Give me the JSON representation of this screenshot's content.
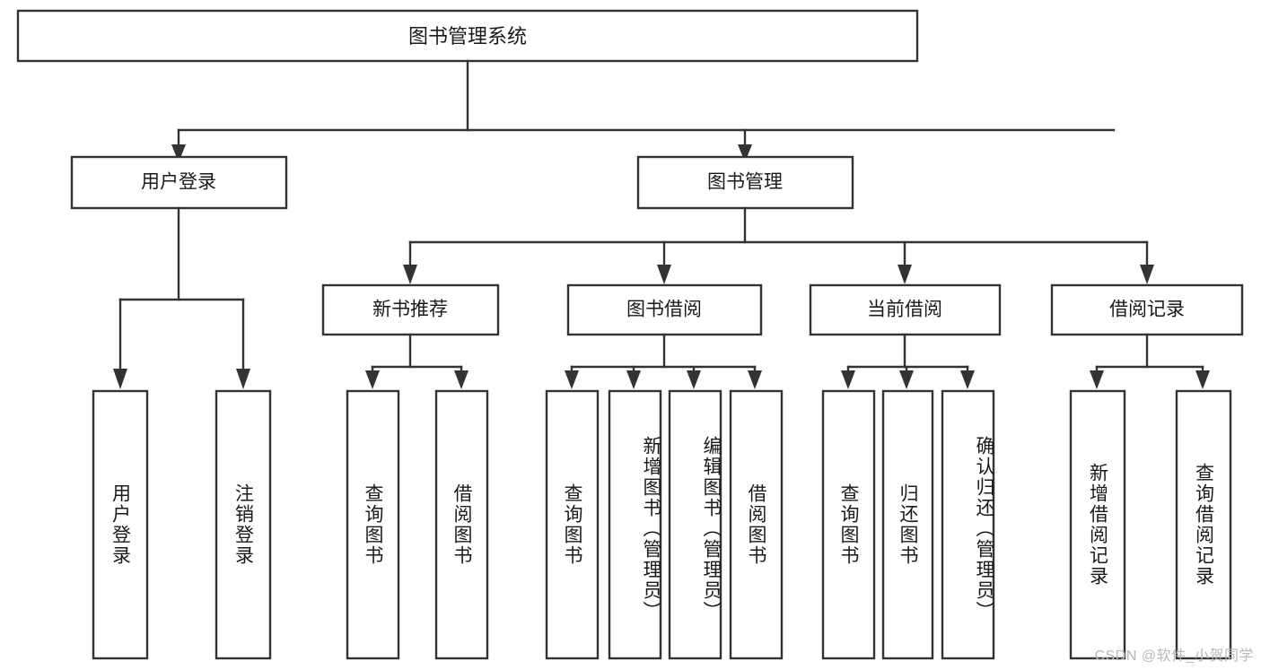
{
  "diagram": {
    "type": "hierarchy-tree",
    "title_node": {
      "label": "图书管理系统"
    },
    "level1": [
      {
        "id": "user-login",
        "label": "用户登录"
      },
      {
        "id": "book-management",
        "label": "图书管理"
      }
    ],
    "level2": [
      {
        "id": "new-book-recommend",
        "label": "新书推荐",
        "parent": "book-management"
      },
      {
        "id": "book-borrow",
        "label": "图书借阅",
        "parent": "book-management"
      },
      {
        "id": "current-borrow",
        "label": "当前借阅",
        "parent": "book-management"
      },
      {
        "id": "borrow-record",
        "label": "借阅记录",
        "parent": "book-management"
      }
    ],
    "leaves": {
      "user-login": [
        {
          "id": "leaf-user-login",
          "label": "用户登录"
        },
        {
          "id": "leaf-logout-login",
          "label": "注销登录"
        }
      ],
      "new-book-recommend": [
        {
          "id": "leaf-query-book-1",
          "label": "查询图书"
        },
        {
          "id": "leaf-borrow-book-1",
          "label": "借阅图书"
        }
      ],
      "book-borrow": [
        {
          "id": "leaf-query-book-2",
          "label": "查询图书"
        },
        {
          "id": "leaf-add-book-admin",
          "label": "新增图书（管理员）"
        },
        {
          "id": "leaf-edit-book-admin",
          "label": "编辑图书（管理员）"
        },
        {
          "id": "leaf-borrow-book-2",
          "label": "借阅图书"
        }
      ],
      "current-borrow": [
        {
          "id": "leaf-query-book-3",
          "label": "查询图书"
        },
        {
          "id": "leaf-return-book",
          "label": "归还图书"
        },
        {
          "id": "leaf-confirm-return-admin",
          "label": "确认归还（管理员）"
        }
      ],
      "borrow-record": [
        {
          "id": "leaf-add-borrow-record",
          "label": "新增借阅记录"
        },
        {
          "id": "leaf-query-borrow-record",
          "label": "查询借阅记录"
        }
      ]
    },
    "colors": {
      "box_stroke": "#333333",
      "box_fill": "#ffffff",
      "text": "#1a1a1a",
      "background": "#ffffff",
      "watermark": "#b8b8b8"
    }
  },
  "watermark": {
    "text": "CSDN @软件_小贺同学"
  }
}
